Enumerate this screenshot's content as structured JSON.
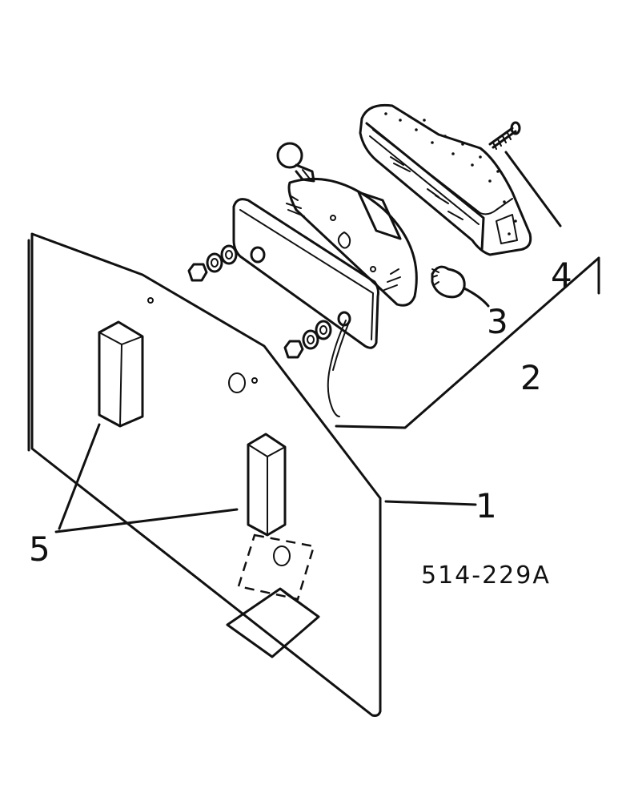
{
  "diagram": {
    "drawing_number": "514-229A",
    "callouts": [
      {
        "id": "1",
        "label": "1"
      },
      {
        "id": "2",
        "label": "2"
      },
      {
        "id": "3",
        "label": "3"
      },
      {
        "id": "4",
        "label": "4"
      },
      {
        "id": "5",
        "label": "5"
      }
    ]
  }
}
